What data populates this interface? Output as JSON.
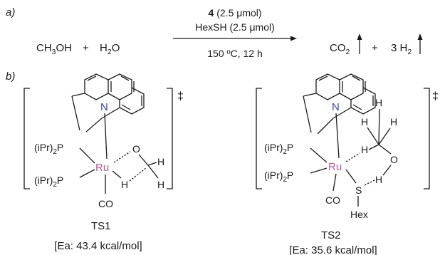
{
  "panel_a": {
    "label": "a)",
    "reactant1": "CH3OH",
    "plus1": "+",
    "reactant2": "H2O",
    "arrow_top_line1": "(2.5 μmol)",
    "catalyst_id": "4",
    "arrow_top_line2": "HexSH (2.5 μmol)",
    "arrow_bottom": "150 ºC, 12 h",
    "product1": "CO2",
    "plus2": "+",
    "product2": "3 H2"
  },
  "panel_b": {
    "label": "b)",
    "ts1": {
      "name": "TS1",
      "energy": "[Ea: 43.4 kcal/mol]",
      "metal": "Ru",
      "nitrogen": "N",
      "ligand_top": "(iPr)2P",
      "ligand_bottom": "(iPr)2P",
      "oxygen": "O",
      "carbonyl": "CO",
      "h_bridge": "H",
      "h_top": "H",
      "h_bottom": "H",
      "dagger": "‡"
    },
    "ts2": {
      "name": "TS2",
      "energy": "[Ea: 35.6 kcal/mol]",
      "metal": "Ru",
      "nitrogen": "N",
      "ligand_top": "(iPr)2P",
      "ligand_bottom": "(iPr)2P",
      "carbonyl": "CO",
      "sulfur": "S",
      "hex": "Hex",
      "h_methyl": "H",
      "h_c_left": "H",
      "h_c_right": "H",
      "oxygen": "O",
      "h_ru": "H",
      "h_o": "H",
      "dagger": "‡"
    }
  }
}
